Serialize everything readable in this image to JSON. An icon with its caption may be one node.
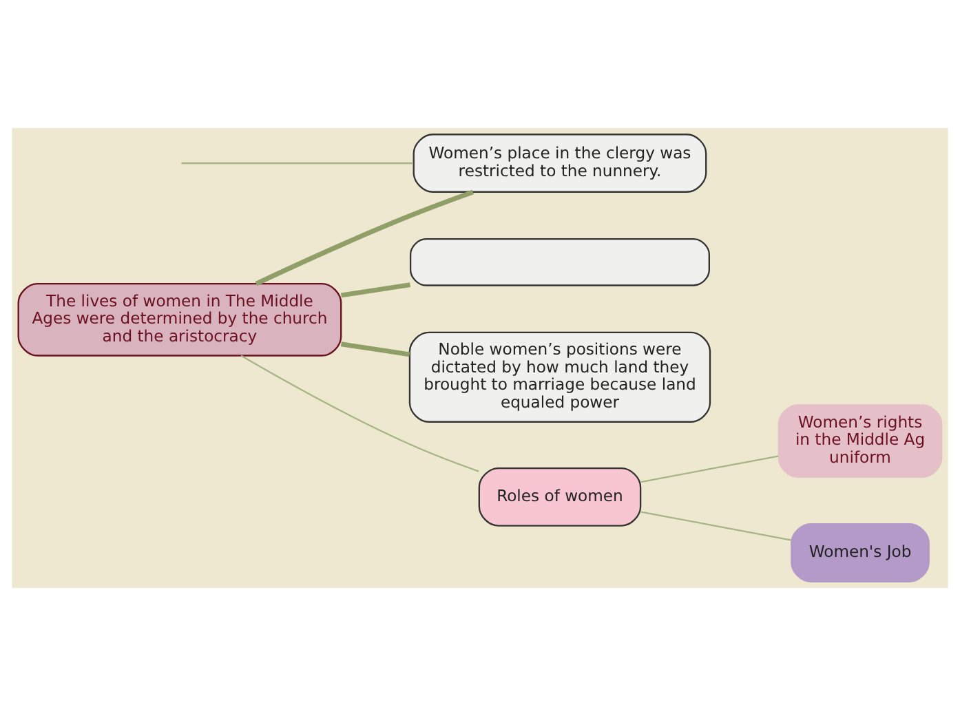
{
  "diagram": {
    "nodes": [
      {
        "text": [
          "The lives of women in The Middle Ages were determined by the church and the aristocracy"
        ]
      },
      {
        "text": [
          "Women’s place in the clergy was restricted to the nunnery."
        ]
      },
      {
        "text": [],
        "shape": "box"
      },
      {
        "text": [
          "Noble women’s positions were dictated by how much land they brought to marriage because land equaled power"
        ]
      },
      {
        "text": [
          "Roles of women"
        ]
      },
      {
        "text": [
          "Women’s rights in the Middle Ag uniform"
        ]
      },
      {
        "text": [
          "Women's Job"
        ]
      }
    ],
    "edges": [
      {
        "from": 0,
        "to": 1,
        "arrow": "none",
        "style": "thick"
      },
      {
        "from": 0,
        "to": 2,
        "arrow": "none",
        "style": "thick"
      },
      {
        "from": 0,
        "to": 3,
        "arrow": "none",
        "style": "thick"
      },
      {
        "from": 0,
        "to": 4,
        "arrow": "none"
      },
      {
        "from": 4,
        "to": 5,
        "arrow": "none"
      },
      {
        "from": 4,
        "to": 6,
        "arrow": "none"
      },
      {
        "from": 1,
        "to": null,
        "arrow": "none"
      }
    ]
  }
}
